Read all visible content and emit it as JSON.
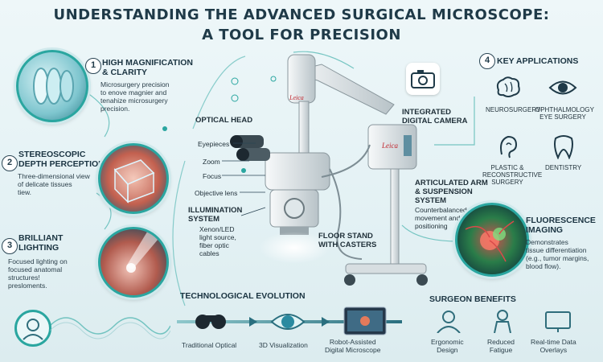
{
  "title": {
    "line1": "UNDERSTANDING THE ADVANCED SURGICAL MICROSCOPE:",
    "line2": "A TOOL FOR PRECISION"
  },
  "features": [
    {
      "number": "1",
      "title_l1": "HIGH MAGNIFICATION",
      "title_l2": "& CLARITY",
      "desc_l1": "Microsurgery precision",
      "desc_l2": "to enove magnier and",
      "desc_l3": "tenahize microsurgery",
      "desc_l4": "precision."
    },
    {
      "number": "2",
      "title_l1": "STEREOSCOPIC",
      "title_l2": "DEPTH PERCEPTION",
      "desc_l1": "Three-dimensional view",
      "desc_l2": "of delicate tissues",
      "desc_l3": "tiew."
    },
    {
      "number": "3",
      "title_l1": "BRILLIANT",
      "title_l2": "LIGHTING",
      "desc_l1": "Focused lighting on",
      "desc_l2": "focused anatomal",
      "desc_l3": "structures!",
      "desc_l4": "presloments."
    }
  ],
  "microscope": {
    "brand": "Leica",
    "optical_head": "OPTICAL HEAD",
    "eyepieces": "Eyepieces",
    "zoom": "Zoom",
    "focus": "Focus",
    "objective_lens": "Objective lens",
    "illumination_l1": "ILLUMINATION",
    "illumination_l2": "SYSTEM",
    "illumination_d1": "Xenon/LED",
    "illumination_d2": "light source,",
    "illumination_d3": "fiber optic",
    "illumination_d4": "cables",
    "camera_l1": "INTEGRATED",
    "camera_l2": "DIGITAL CAMERA",
    "arm_l1": "ARTICULATED ARM",
    "arm_l2": "& SUSPENSION",
    "arm_l3": "SYSTEM",
    "arm_d1": "Counterbalanced",
    "arm_d2": "movement and",
    "arm_d3": "positioning",
    "stand_l1": "FLOOR STAND",
    "stand_l2": "WITH CASTERS"
  },
  "applications": {
    "number": "4",
    "title": "KEY APPLICATIONS",
    "items": [
      {
        "label_l1": "NEUROSURGERY",
        "label_l2": "",
        "icon": "brain-icon"
      },
      {
        "label_l1": "OPHTHALMOLOGY",
        "label_l2": "EYE SURGERY",
        "icon": "eye-icon"
      },
      {
        "label_l1": "PLASTIC &",
        "label_l2": "RECONSTRUCTIVE",
        "label_l3": "SURGERY",
        "icon": "ear-icon"
      },
      {
        "label_l1": "DENTISTRY",
        "label_l2": "",
        "icon": "tooth-icon"
      }
    ]
  },
  "fluorescence": {
    "title_l1": "FLUORESCENCE",
    "title_l2": "IMAGING",
    "desc_l1": "Demonstrates",
    "desc_l2": "tissue differentiation",
    "desc_l3": "(e.g., tumor margins,",
    "desc_l4": "blood flow)."
  },
  "evolution": {
    "title": "TECHNOLOGICAL EVOLUTION",
    "stages": [
      {
        "label_l1": "Traditional Optical",
        "label_l2": ""
      },
      {
        "label_l1": "3D Visualization",
        "label_l2": ""
      },
      {
        "label_l1": "Robot-Assisted",
        "label_l2": "Digital Microscope"
      }
    ]
  },
  "benefits": {
    "title": "SURGEON BENEFITS",
    "items": [
      {
        "label_l1": "Ergonomic",
        "label_l2": "Design",
        "icon": "surgeon-icon"
      },
      {
        "label_l1": "Reduced",
        "label_l2": "Fatigue",
        "icon": "person-icon"
      },
      {
        "label_l1": "Real-time Data",
        "label_l2": "Overlays",
        "icon": "display-icon"
      }
    ]
  },
  "colors": {
    "accent": "#2aa6a0",
    "title": "#1f3a48",
    "background": "#e6f3f5"
  }
}
